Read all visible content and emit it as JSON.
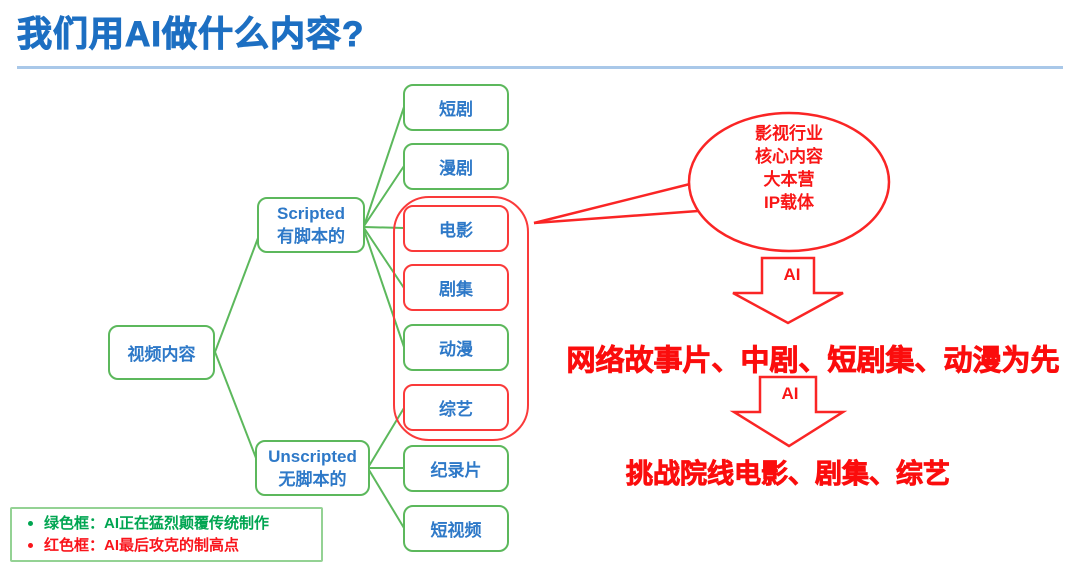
{
  "title": "我们用AI做什么内容?",
  "colors": {
    "title_blue": "#1d6fc2",
    "node_text_blue": "#2e79c8",
    "green_border": "#5cb85c",
    "red_accent": "#fa2525",
    "legend_green": "#00a551",
    "legend_red": "#f9141b",
    "rule_blue": "#a9c8e9"
  },
  "tree": {
    "root": {
      "label": "视频内容"
    },
    "branches": [
      {
        "label_en": "Scripted",
        "label_zh": "有脚本的",
        "children": [
          "短剧",
          "漫剧",
          "电影",
          "剧集",
          "动漫"
        ]
      },
      {
        "label_en": "Unscripted",
        "label_zh": "无脚本的",
        "children": [
          "综艺",
          "纪录片",
          "短视频"
        ]
      }
    ],
    "leaves": [
      {
        "label": "短剧",
        "border": "green"
      },
      {
        "label": "漫剧",
        "border": "green"
      },
      {
        "label": "电影",
        "border": "red"
      },
      {
        "label": "剧集",
        "border": "red"
      },
      {
        "label": "动漫",
        "border": "green"
      },
      {
        "label": "综艺",
        "border": "red"
      },
      {
        "label": "纪录片",
        "border": "green"
      },
      {
        "label": "短视频",
        "border": "green"
      }
    ]
  },
  "bubble": {
    "lines": [
      "影视行业",
      "核心内容",
      "大本营",
      "IP载体"
    ]
  },
  "arrows": [
    {
      "label": "AI"
    },
    {
      "label": "AI"
    }
  ],
  "statements": [
    "网络故事片、中剧、短剧集、动漫为先",
    "挑战院线电影、剧集、综艺"
  ],
  "legend": [
    {
      "text": "绿色框：AI正在猛烈颠覆传统制作",
      "color": "green"
    },
    {
      "text": "红色框：AI最后攻克的制高点",
      "color": "red"
    }
  ]
}
